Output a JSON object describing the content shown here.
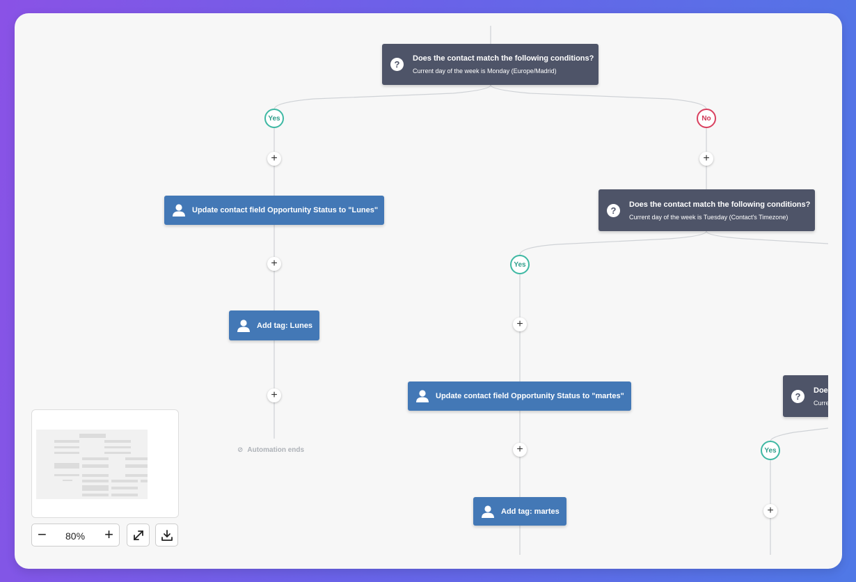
{
  "flow": {
    "condition1": {
      "title": "Does the contact match the following conditions?",
      "subtitle": "Current day of the week is Monday (Europe/Madrid)"
    },
    "condition2": {
      "title": "Does the contact match the following conditions?",
      "subtitle": "Current day of the week is Tuesday (Contact's Timezone)"
    },
    "condition3": {
      "title": "Doe",
      "subtitle": "Curre"
    },
    "yes_label": "Yes",
    "no_label": "No",
    "action_lunes_status": "Update contact field Opportunity Status to \"Lunes\"",
    "action_lunes_tag": "Add tag: Lunes",
    "action_martes_status": "Update contact field Opportunity Status to \"martes\"",
    "action_martes_tag": "Add tag: martes",
    "automation_ends": "Automation ends",
    "add_step_symbol": "+",
    "question_symbol": "?"
  },
  "controls": {
    "zoom_level": "80%",
    "zoom_out_symbol": "−",
    "zoom_in_symbol": "+"
  },
  "icons": {
    "condition": "question-circle-icon",
    "action": "user-icon",
    "end": "ban-icon",
    "fit": "expand-icon",
    "download": "download-icon"
  },
  "colors": {
    "condition_bg": "#4e5468",
    "action_bg": "#4378b6",
    "yes": "#3eb8a3",
    "no": "#d9405f",
    "background_start": "#8a52e6",
    "background_end": "#4f78e6"
  }
}
